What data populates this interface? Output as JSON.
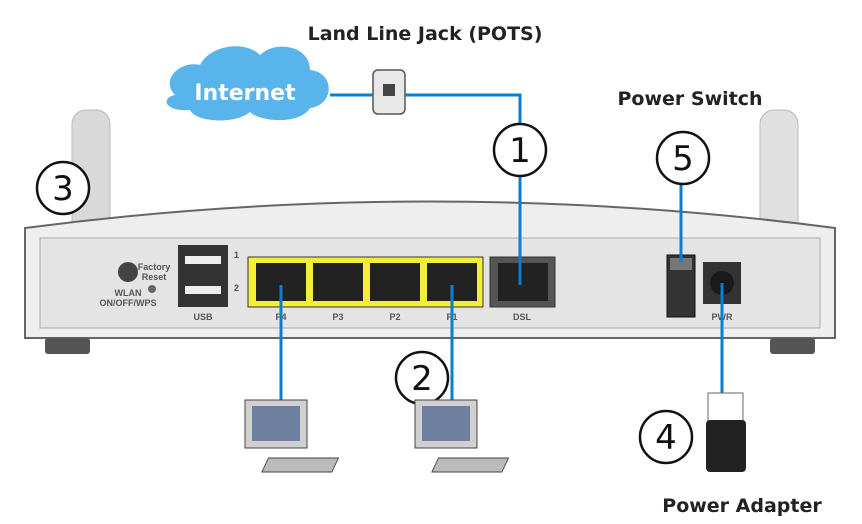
{
  "diagram": {
    "title_pots": "Land Line Jack (POTS)",
    "internet": "Internet",
    "power_switch": "Power Switch",
    "power_adapter": "Power Adapter",
    "callouts": [
      "1",
      "2",
      "3",
      "4",
      "5"
    ],
    "ports": {
      "wlan": "WLAN",
      "wlan_sub": "ON/OFF/WPS",
      "factory": "Factory",
      "reset": "Reset",
      "usb": "USB",
      "usb1": "1",
      "usb2": "2",
      "p4": "P4",
      "p3": "P3",
      "p2": "P2",
      "p1": "P1",
      "dsl": "DSL",
      "pwr": "PWR"
    },
    "colors": {
      "cable": "#0a7fd0",
      "cloud": "#5ab4ec",
      "lan_block": "#f2ee3a"
    }
  }
}
